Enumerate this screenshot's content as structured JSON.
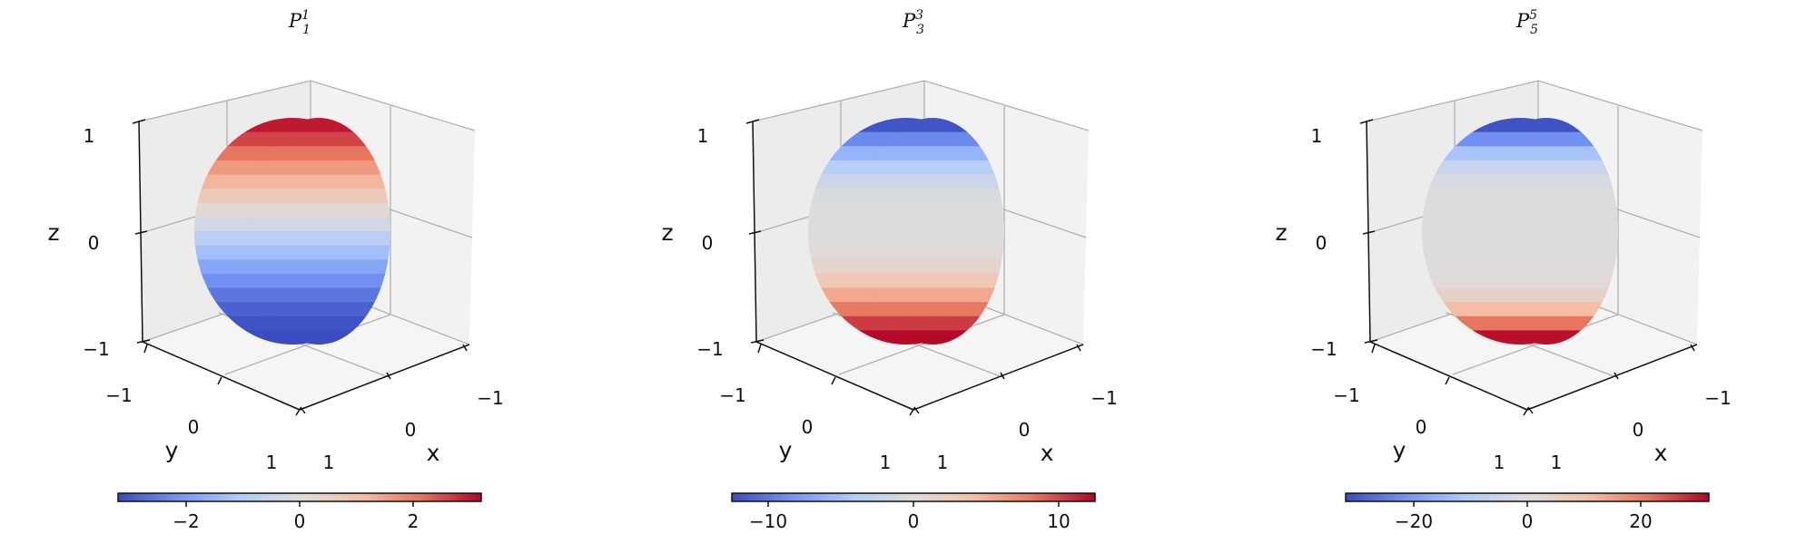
{
  "figure": {
    "colormap": "coolwarm",
    "colormap_stops": [
      "#3b4cc0",
      "#7396f5",
      "#b0cbfc",
      "#dddcdc",
      "#f6bfa6",
      "#e8745c",
      "#b40426"
    ]
  },
  "chart_data": [
    {
      "type": "surface3d",
      "title": {
        "base": "P",
        "sub": "1",
        "sup": "1"
      },
      "xlabel": "x",
      "ylabel": "y",
      "zlabel": "z",
      "x_ticks": [
        "−1",
        "0",
        "1"
      ],
      "y_ticks": [
        "−1",
        "0",
        "1"
      ],
      "z_ticks": [
        "1",
        "0",
        "−1"
      ],
      "surface": "half sphere (y ≥ 0) coloured by P₁¹(cosθ)",
      "color_range": [
        -3.2,
        3.2
      ],
      "colorbar_ticks": [
        {
          "value": -2,
          "label": "−2"
        },
        {
          "value": 0,
          "label": "0"
        },
        {
          "value": 2,
          "label": "2"
        }
      ],
      "band_values": [
        3.0,
        2.6,
        2.1,
        1.6,
        1.2,
        0.7,
        0.2,
        -0.3,
        -0.8,
        -1.3,
        -1.8,
        -2.2,
        -2.6,
        -2.9,
        -3.1,
        -3.2
      ]
    },
    {
      "type": "surface3d",
      "title": {
        "base": "P",
        "sub": "3",
        "sup": "3"
      },
      "xlabel": "x",
      "ylabel": "y",
      "zlabel": "z",
      "x_ticks": [
        "−1",
        "0",
        "1"
      ],
      "y_ticks": [
        "−1",
        "0",
        "1"
      ],
      "z_ticks": [
        "1",
        "0",
        "−1"
      ],
      "surface": "half sphere (y ≥ 0) coloured by P₃³(cosθ)",
      "color_range": [
        -12.5,
        12.5
      ],
      "colorbar_ticks": [
        {
          "value": -10,
          "label": "−10"
        },
        {
          "value": 0,
          "label": "0"
        },
        {
          "value": 10,
          "label": "10"
        }
      ],
      "band_values": [
        -12.0,
        -9.0,
        -6.0,
        -3.5,
        -1.5,
        -0.5,
        0.0,
        0.0,
        0.0,
        0.3,
        1.2,
        3.0,
        5.5,
        8.0,
        10.5,
        12.3
      ]
    },
    {
      "type": "surface3d",
      "title": {
        "base": "P",
        "sub": "5",
        "sup": "5"
      },
      "xlabel": "x",
      "ylabel": "y",
      "zlabel": "z",
      "x_ticks": [
        "−1",
        "0",
        "1"
      ],
      "y_ticks": [
        "−1",
        "0",
        "1"
      ],
      "z_ticks": [
        "1",
        "0",
        "−1"
      ],
      "surface": "half sphere (y ≥ 0) coloured by P₅₅(cosθ)",
      "color_range": [
        -32,
        32
      ],
      "colorbar_ticks": [
        {
          "value": -20,
          "label": "−20"
        },
        {
          "value": 0,
          "label": "0"
        },
        {
          "value": 20,
          "label": "20"
        }
      ],
      "band_values": [
        -31.0,
        -22.0,
        -12.0,
        -5.0,
        -1.5,
        -0.3,
        0.0,
        0.0,
        0.0,
        0.0,
        0.2,
        1.0,
        4.0,
        11.0,
        21.0,
        31.0
      ]
    }
  ]
}
